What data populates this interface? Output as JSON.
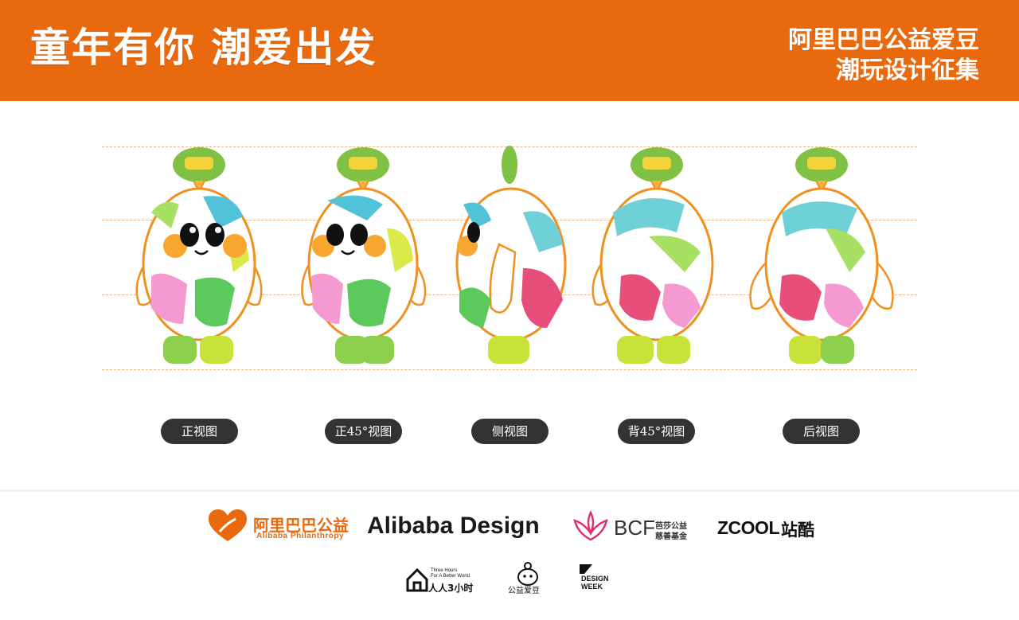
{
  "header": {
    "title": "童年有你 潮爱出发",
    "subtitle_line1": "阿里巴巴公益爱豆",
    "subtitle_line2": "潮玩设计征集",
    "background_color": "#e8690e"
  },
  "views": [
    {
      "label": "正视图",
      "variant": "front"
    },
    {
      "label": "正45°视图",
      "variant": "front45"
    },
    {
      "label": "侧视图",
      "variant": "side"
    },
    {
      "label": "背45°视图",
      "variant": "back45"
    },
    {
      "label": "后视图",
      "variant": "back"
    }
  ],
  "colors": {
    "outline": "#f0901e",
    "leaf": "#7fc143",
    "boots_front": "#8ccf4d",
    "boots_back": "#c8e23a",
    "label_bg": "#333333"
  },
  "sponsors": {
    "alibaba_philanthropy": {
      "cn": "阿里巴巴公益",
      "en": "Alibaba Philanthropy",
      "icon": "heart-icon"
    },
    "alibaba_design": {
      "text": "Alibaba Design"
    },
    "bcf": {
      "text": "BCF",
      "cn_line1": "芭莎公益",
      "cn_line2": "慈善基金",
      "icon": "lotus-icon"
    },
    "zcool": {
      "text": "ZCOOL",
      "cn": "站酷"
    },
    "three_hours": {
      "en_line1": "Three Hours",
      "en_line2": "For A Better World",
      "cn": "人人3小时",
      "icon": "house-icon"
    },
    "idol": {
      "cn": "公益爱豆",
      "icon": "idol-mascot-icon"
    },
    "design_week": {
      "line1": "DESIGN",
      "line2": "WEEK",
      "icon": "dw-icon"
    }
  }
}
